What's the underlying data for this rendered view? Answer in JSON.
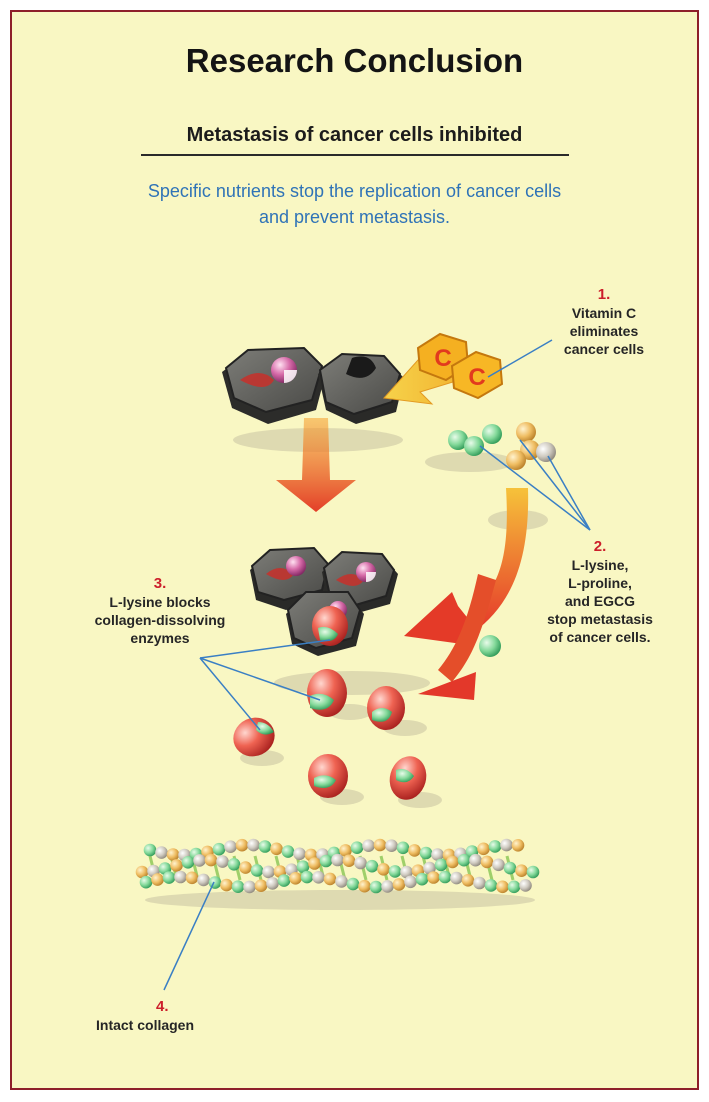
{
  "title": "Research Conclusion",
  "subtitle": "Metastasis of cancer cells inhibited",
  "intro": "Specific nutrients stop the replication of cancer cells and prevent metastasis.",
  "vitamin_letters": [
    "C",
    "C"
  ],
  "callouts": [
    {
      "num": "1.",
      "lines": [
        "Vitamin C",
        "eliminates",
        "cancer cells"
      ]
    },
    {
      "num": "2.",
      "lines": [
        "L-lysine,",
        "L-proline,",
        "and EGCG",
        "stop metastasis",
        "of cancer cells."
      ]
    },
    {
      "num": "3.",
      "lines": [
        "L-lysine blocks",
        "collagen-dissolving",
        "enzymes"
      ]
    },
    {
      "num": "4.",
      "lines": [
        "Intact collagen"
      ]
    }
  ],
  "colors": {
    "background": "#f9f7c3",
    "border": "#8e1f2a",
    "intro_text": "#2f73b7",
    "callout_number": "#cc1f2b",
    "leader_line": "#3a7fc4",
    "arrow_red": "#e8402a",
    "arrow_orange": "#f2a22a",
    "enzyme_red": "#d63a3a",
    "nutrient_green": "#7fd69a",
    "collagen_gold": "#e8b35a"
  }
}
